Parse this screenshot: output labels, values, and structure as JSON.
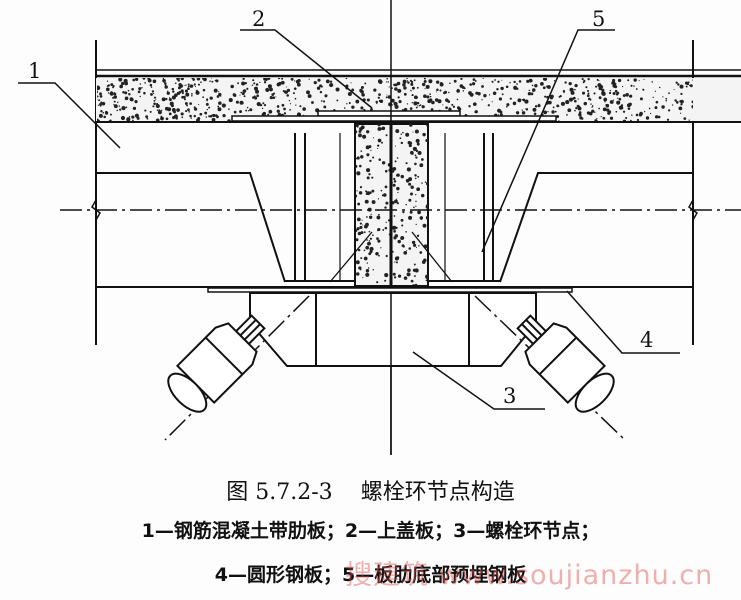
{
  "figure": {
    "title_number": "图 5.7.2-3",
    "title_text": "螺栓环节点构造",
    "legend_line1": "1—钢筋混凝土带肋板；2—上盖板；3—螺栓环节点；",
    "legend_line2": "4—圆形钢板；5—板肋底部预埋钢板"
  },
  "callouts": [
    "1",
    "2",
    "3",
    "4",
    "5"
  ],
  "watermark": "搜建筑 www.soujianzhu.cn"
}
